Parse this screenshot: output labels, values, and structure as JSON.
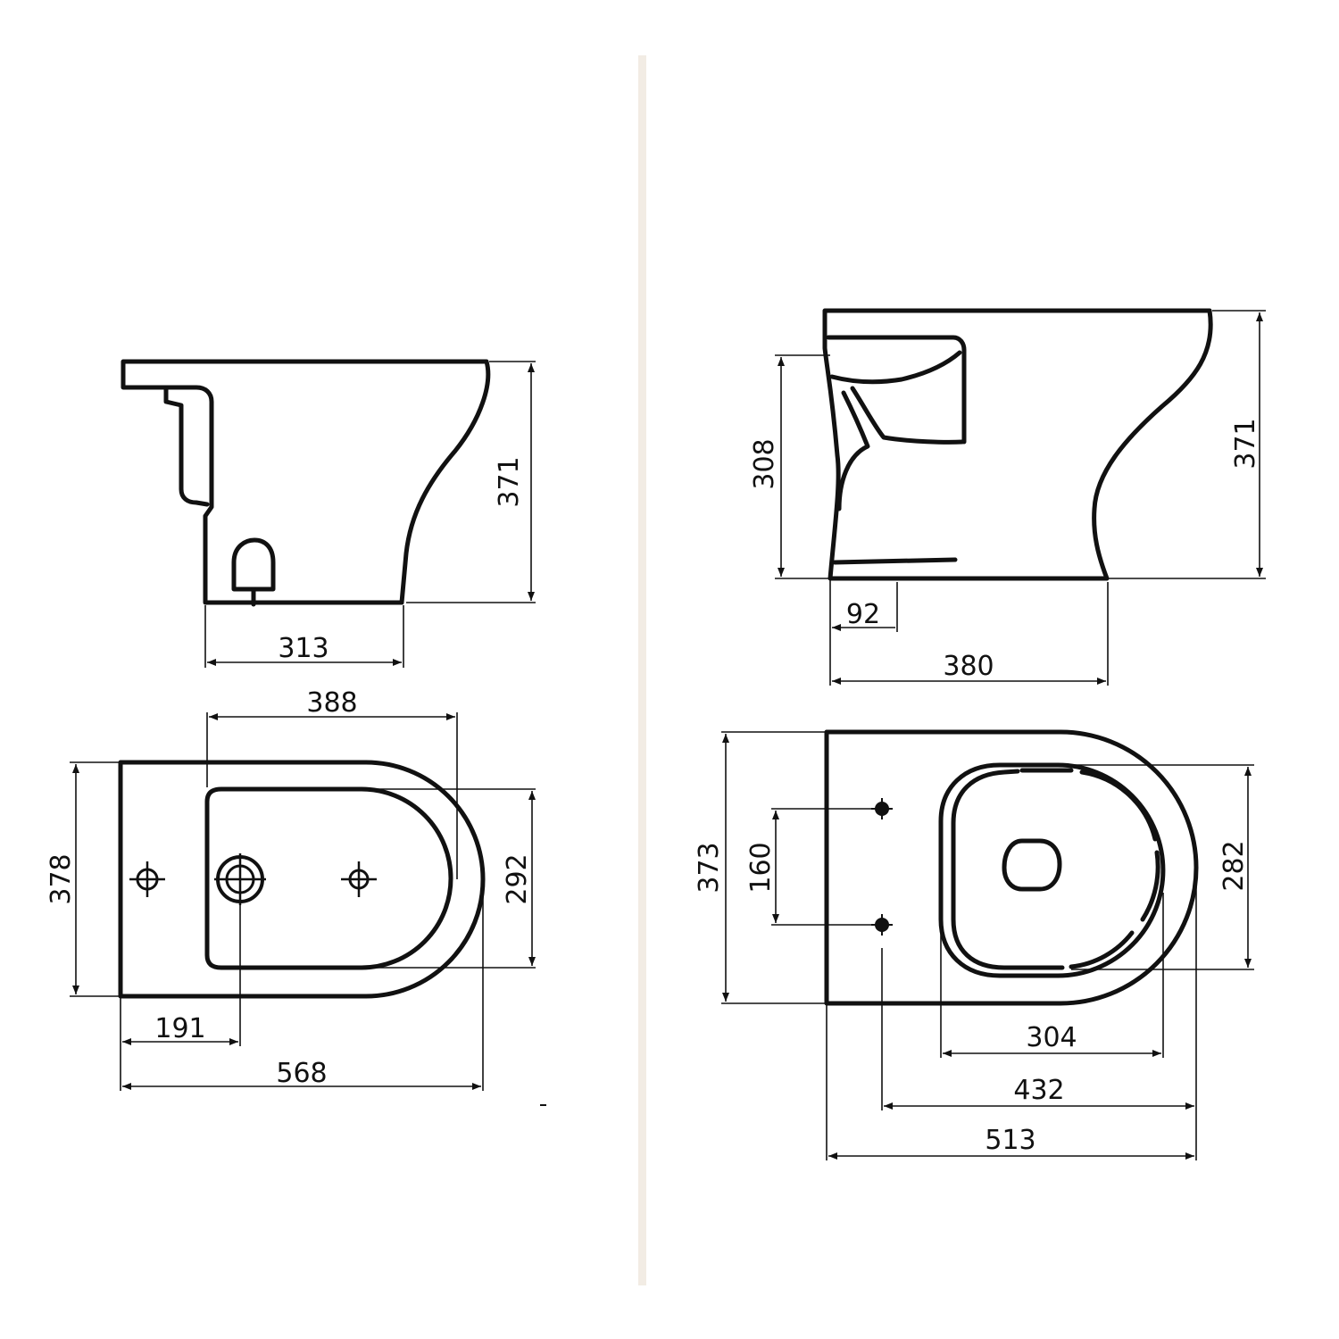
{
  "colors": {
    "ink": "#111111",
    "divider": "#f2ece4",
    "background": "#ffffff"
  },
  "bidet": {
    "side_view": {
      "height": "371",
      "depth": "313"
    },
    "top_view": {
      "depth": "388",
      "width": "378",
      "bowl_width": "292",
      "tap_hole_offset": "191",
      "length": "568"
    }
  },
  "wc": {
    "side_view": {
      "inlet_height": "308",
      "height": "371",
      "outlet_offset": "92",
      "depth": "380"
    },
    "top_view": {
      "width": "373",
      "fixing_spacing": "160",
      "seat_width": "282",
      "seat_length": "304",
      "fixing_to_front": "432",
      "length": "513"
    }
  }
}
